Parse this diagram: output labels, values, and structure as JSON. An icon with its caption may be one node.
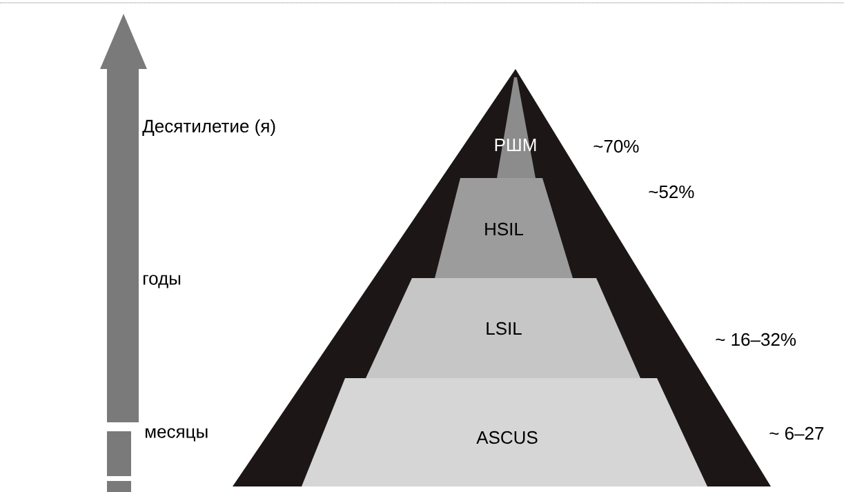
{
  "diagram": {
    "nodes": [
      {
        "text": [
          "РШМ"
        ]
      },
      {
        "text": [
          "HSIL"
        ]
      },
      {
        "text": [
          "LSIL"
        ]
      },
      {
        "text": [
          "ASCUS"
        ]
      }
    ],
    "labels": [
      "Десятилетие (я)",
      "~70%",
      "~52%",
      "годы",
      "~ 16–32%",
      "месяцы",
      "~ 6–27"
    ]
  }
}
